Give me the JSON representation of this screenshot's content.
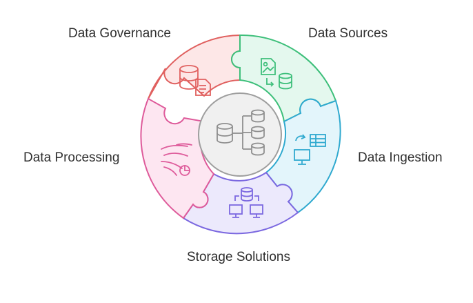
{
  "segments": [
    {
      "id": "governance",
      "label": "Data Governance",
      "icon": "database-document-icon",
      "fill": "#fde7e7",
      "stroke": "#e0605f"
    },
    {
      "id": "sources",
      "label": "Data Sources",
      "icon": "image-to-database-icon",
      "fill": "#e4f8ee",
      "stroke": "#3dbf7a"
    },
    {
      "id": "ingestion",
      "label": "Data Ingestion",
      "icon": "table-to-monitor-icon",
      "fill": "#e3f5fb",
      "stroke": "#2fa9cf"
    },
    {
      "id": "storage",
      "label": "Storage Solutions",
      "icon": "database-network-icon",
      "fill": "#ece9fc",
      "stroke": "#7b68e0"
    },
    {
      "id": "processing",
      "label": "Data Processing",
      "icon": "data-streams-chart-icon",
      "fill": "#fde6f1",
      "stroke": "#de5a9a"
    }
  ],
  "center": {
    "icon": "database-hierarchy-icon",
    "fill": "#f0f0f0",
    "stroke": "#9e9e9e"
  }
}
